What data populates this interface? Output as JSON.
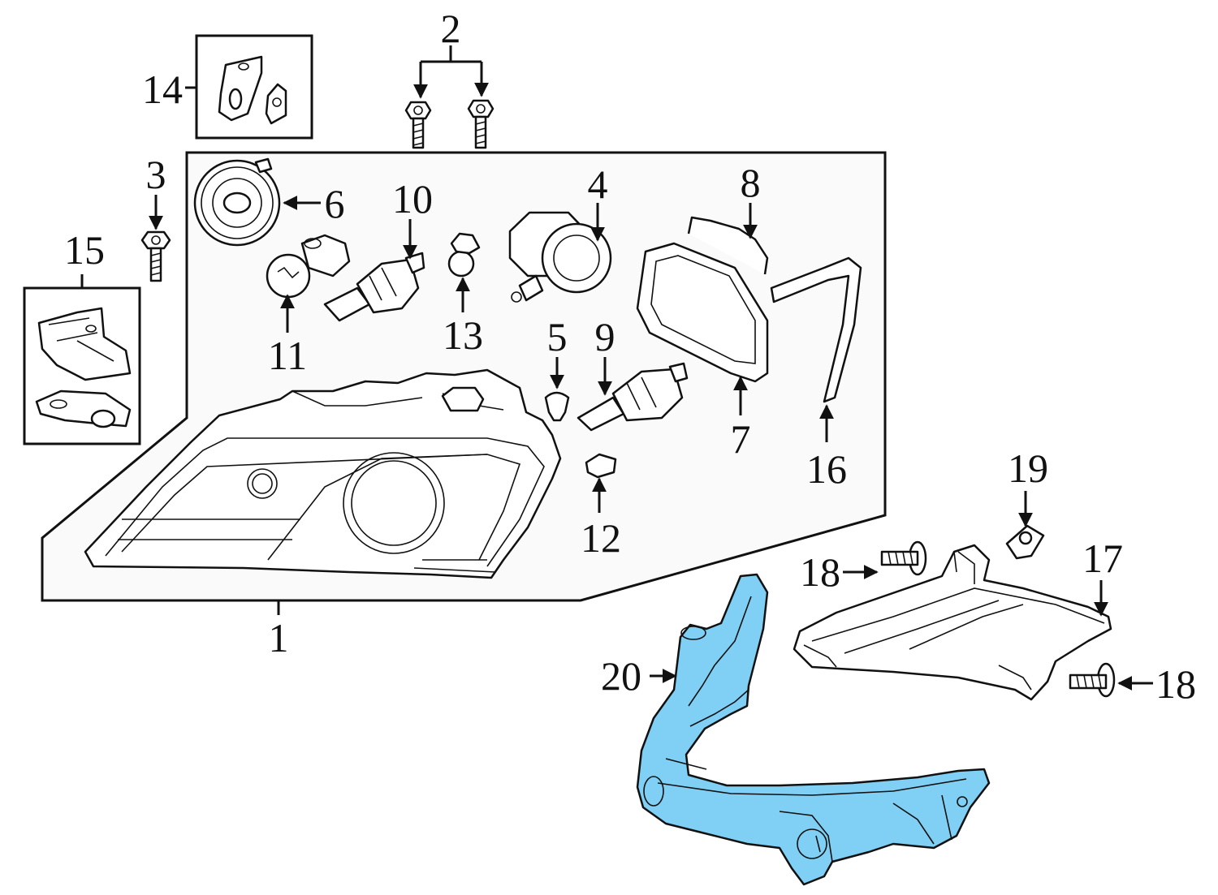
{
  "diagram": {
    "highlight_color": "#7fd0f4",
    "callouts": {
      "c1": "1",
      "c2": "2",
      "c3": "3",
      "c4": "4",
      "c5": "5",
      "c6": "6",
      "c7": "7",
      "c8": "8",
      "c9": "9",
      "c10": "10",
      "c11": "11",
      "c12": "12",
      "c13": "13",
      "c14": "14",
      "c15": "15",
      "c16": "16",
      "c17": "17",
      "c18a": "18",
      "c18b": "18",
      "c19": "19",
      "c20": "20"
    },
    "highlighted_part": "20"
  }
}
